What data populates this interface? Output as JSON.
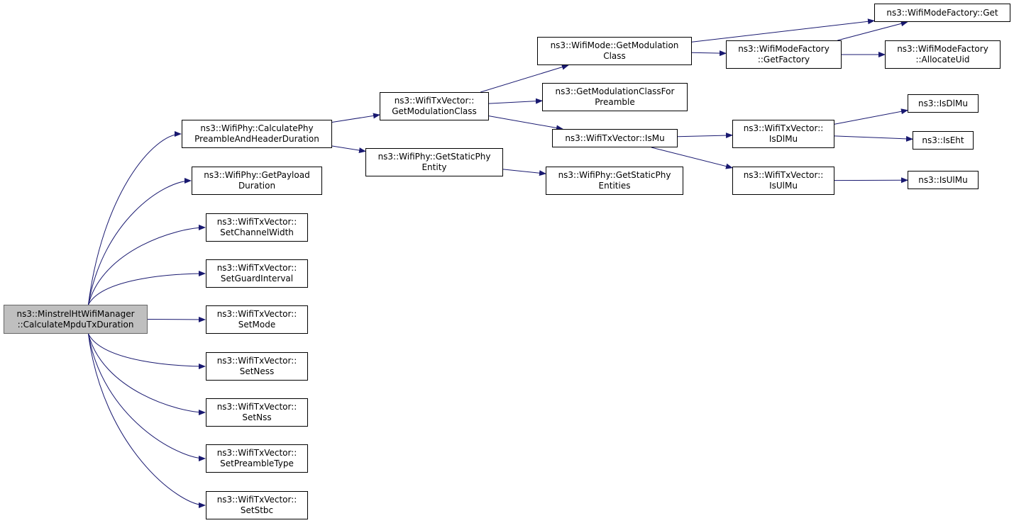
{
  "colors": {
    "edge": "#191970",
    "root_fill": "#bfbfbf",
    "node_border": "#000000"
  },
  "nodes": [
    {
      "id": "root",
      "lines": [
        "ns3::MinstrelHtWifiManager",
        "::CalculateMpduTxDuration"
      ],
      "interactable": false
    },
    {
      "id": "calcPhy",
      "lines": [
        "ns3::WifiPhy::CalculatePhy",
        "PreambleAndHeaderDuration"
      ],
      "interactable": true
    },
    {
      "id": "getPayload",
      "lines": [
        "ns3::WifiPhy::GetPayload",
        "Duration"
      ],
      "interactable": true
    },
    {
      "id": "setChannelWidth",
      "lines": [
        "ns3::WifiTxVector::",
        "SetChannelWidth"
      ],
      "interactable": true
    },
    {
      "id": "setGuardInterval",
      "lines": [
        "ns3::WifiTxVector::",
        "SetGuardInterval"
      ],
      "interactable": true
    },
    {
      "id": "setMode",
      "lines": [
        "ns3::WifiTxVector::",
        "SetMode"
      ],
      "interactable": true
    },
    {
      "id": "setNess",
      "lines": [
        "ns3::WifiTxVector::",
        "SetNess"
      ],
      "interactable": true
    },
    {
      "id": "setNss",
      "lines": [
        "ns3::WifiTxVector::",
        "SetNss"
      ],
      "interactable": true
    },
    {
      "id": "setPreambleType",
      "lines": [
        "ns3::WifiTxVector::",
        "SetPreambleType"
      ],
      "interactable": true
    },
    {
      "id": "setStbc",
      "lines": [
        "ns3::WifiTxVector::",
        "SetStbc"
      ],
      "interactable": true
    },
    {
      "id": "getModClass",
      "lines": [
        "ns3::WifiTxVector::",
        "GetModulationClass"
      ],
      "interactable": true
    },
    {
      "id": "getStaticPhyEntity",
      "lines": [
        "ns3::WifiPhy::GetStaticPhy",
        "Entity"
      ],
      "interactable": true
    },
    {
      "id": "modeGetModClass",
      "lines": [
        "ns3::WifiMode::GetModulation",
        "Class"
      ],
      "interactable": true
    },
    {
      "id": "getModClassForPreamble",
      "lines": [
        "ns3::GetModulationClassFor",
        "Preamble"
      ],
      "interactable": true
    },
    {
      "id": "isMu",
      "lines": [
        "ns3::WifiTxVector::IsMu"
      ],
      "interactable": true
    },
    {
      "id": "getStaticPhyEntities",
      "lines": [
        "ns3::WifiPhy::GetStaticPhy",
        "Entities"
      ],
      "interactable": true
    },
    {
      "id": "factoryGet",
      "lines": [
        "ns3::WifiModeFactory::Get"
      ],
      "interactable": true
    },
    {
      "id": "getFactory",
      "lines": [
        "ns3::WifiModeFactory",
        "::GetFactory"
      ],
      "interactable": true
    },
    {
      "id": "allocateUid",
      "lines": [
        "ns3::WifiModeFactory",
        "::AllocateUid"
      ],
      "interactable": true
    },
    {
      "id": "txIsDlMu",
      "lines": [
        "ns3::WifiTxVector::",
        "IsDlMu"
      ],
      "interactable": true
    },
    {
      "id": "txIsUlMu",
      "lines": [
        "ns3::WifiTxVector::",
        "IsUlMu"
      ],
      "interactable": true
    },
    {
      "id": "isDlMu",
      "lines": [
        "ns3::IsDlMu"
      ],
      "interactable": true
    },
    {
      "id": "isEht",
      "lines": [
        "ns3::IsEht"
      ],
      "interactable": true
    },
    {
      "id": "isUlMu",
      "lines": [
        "ns3::IsUlMu"
      ],
      "interactable": true
    }
  ],
  "edges": [
    [
      "root",
      "calcPhy"
    ],
    [
      "root",
      "getPayload"
    ],
    [
      "root",
      "setChannelWidth"
    ],
    [
      "root",
      "setGuardInterval"
    ],
    [
      "root",
      "setMode"
    ],
    [
      "root",
      "setNess"
    ],
    [
      "root",
      "setNss"
    ],
    [
      "root",
      "setPreambleType"
    ],
    [
      "root",
      "setStbc"
    ],
    [
      "calcPhy",
      "getModClass"
    ],
    [
      "calcPhy",
      "getStaticPhyEntity"
    ],
    [
      "getModClass",
      "modeGetModClass"
    ],
    [
      "getModClass",
      "getModClassForPreamble"
    ],
    [
      "getModClass",
      "isMu"
    ],
    [
      "getStaticPhyEntity",
      "getStaticPhyEntities"
    ],
    [
      "modeGetModClass",
      "factoryGet"
    ],
    [
      "modeGetModClass",
      "getFactory"
    ],
    [
      "getFactory",
      "factoryGet"
    ],
    [
      "getFactory",
      "allocateUid"
    ],
    [
      "isMu",
      "txIsDlMu"
    ],
    [
      "isMu",
      "txIsUlMu"
    ],
    [
      "txIsDlMu",
      "isDlMu"
    ],
    [
      "txIsDlMu",
      "isEht"
    ],
    [
      "txIsUlMu",
      "isUlMu"
    ]
  ]
}
